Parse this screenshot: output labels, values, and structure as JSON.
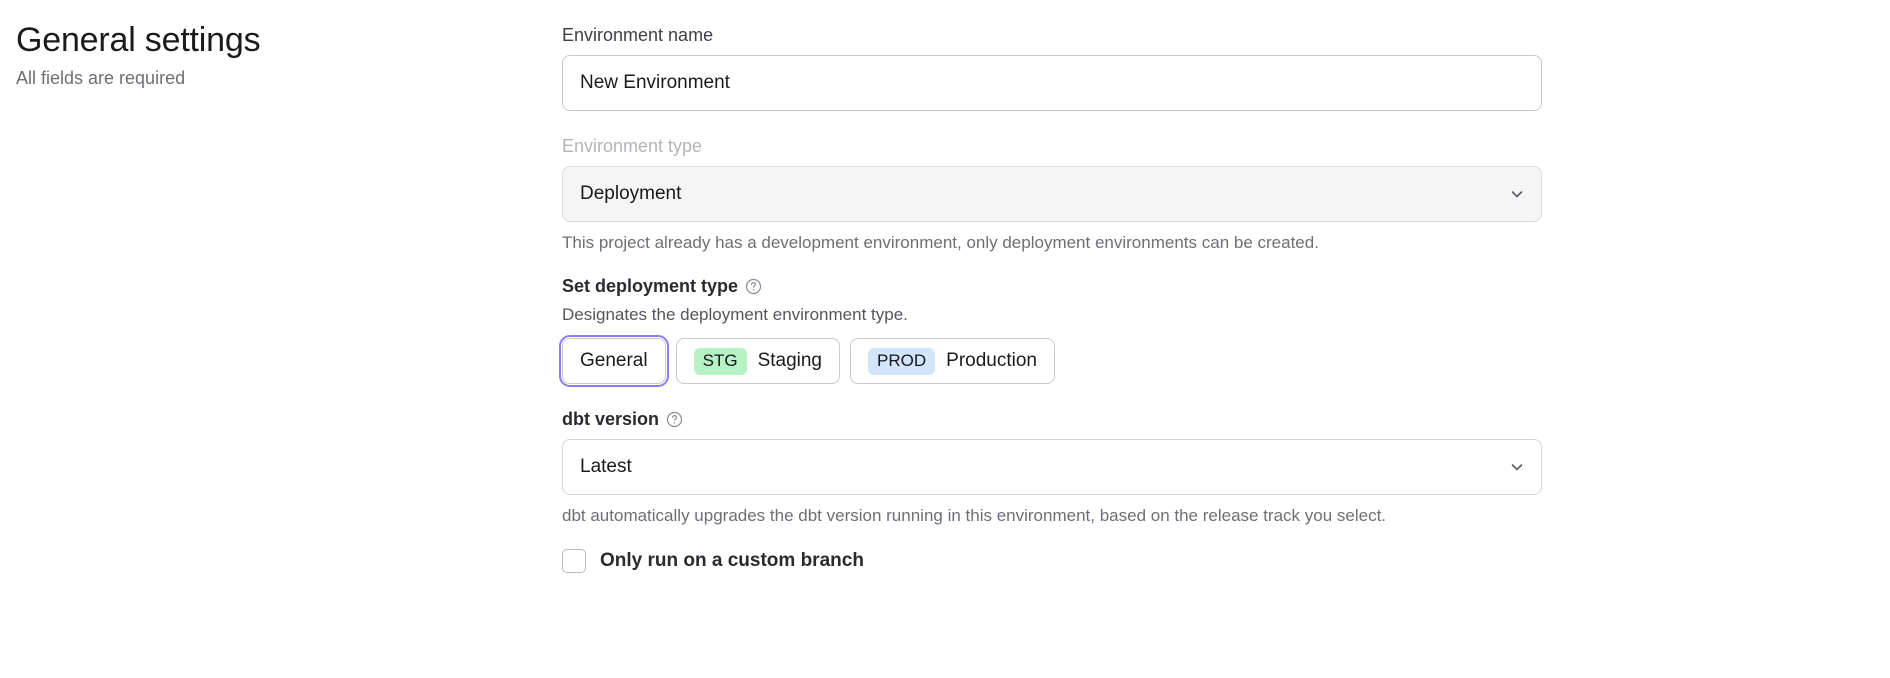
{
  "header": {
    "title": "General settings",
    "subtitle": "All fields are required"
  },
  "form": {
    "environment_name": {
      "label": "Environment name",
      "value": "New Environment",
      "placeholder": "Environment name"
    },
    "environment_type": {
      "label": "Environment type",
      "selected": "Deployment",
      "disabled": true,
      "helper": "This project already has a development environment, only deployment environments can be created."
    },
    "deployment_type": {
      "label": "Set deployment type",
      "help_icon": "question-circle-icon",
      "description": "Designates the deployment environment type.",
      "options": [
        {
          "id": "general",
          "badge": "",
          "label": "General",
          "focused": true
        },
        {
          "id": "staging",
          "badge": "STG",
          "label": "Staging",
          "badge_color": "#b6f2c4",
          "focused": false
        },
        {
          "id": "production",
          "badge": "PROD",
          "label": "Production",
          "badge_color": "#d3e4fd",
          "focused": false
        }
      ]
    },
    "dbt_version": {
      "label": "dbt version",
      "help_icon": "question-circle-icon",
      "selected": "Latest",
      "helper": "dbt automatically upgrades the dbt version running in this environment, based on the release track you select."
    },
    "custom_branch": {
      "label": "Only run on a custom branch",
      "checked": false
    }
  },
  "icons": {
    "chevron_down": "chevron-down-icon"
  },
  "colors": {
    "focus_ring": "#8b7cf0",
    "stg_badge": "#b6f2c4",
    "prod_badge": "#d3e4fd",
    "disabled_bg": "#f5f5f6",
    "text_primary": "#1b1b1d",
    "text_muted": "#6e6e78"
  }
}
